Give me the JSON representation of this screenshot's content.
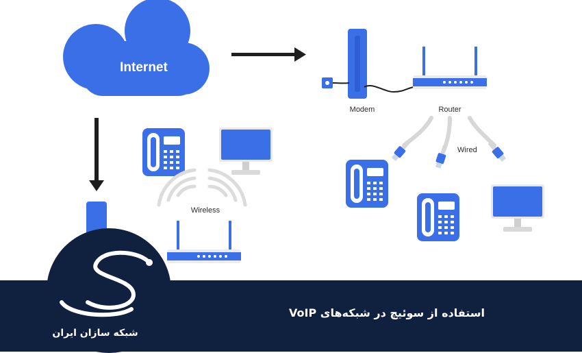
{
  "diagram": {
    "cloud_label": "Internet",
    "modem_label": "Modem",
    "router_label": "Router",
    "wired_label": "Wired",
    "wireless_label": "Wireless"
  },
  "banner": {
    "caption": "استفاده از سوئیچ در شبکه‌های VoIP",
    "logo_text": "شبکه سازان ایران"
  },
  "colors": {
    "accent_blue": "#3b6fe8",
    "banner_navy": "#10213f",
    "arrow": "#1e1e1e",
    "cable_gray": "#d7d7d7"
  },
  "icons": [
    "cloud-icon",
    "modem-icon",
    "router-icon",
    "ip-phone-icon",
    "monitor-icon",
    "wifi-waves-icon",
    "ethernet-plug-icon",
    "arrow-right-icon",
    "arrow-down-icon",
    "logo-s-icon"
  ]
}
